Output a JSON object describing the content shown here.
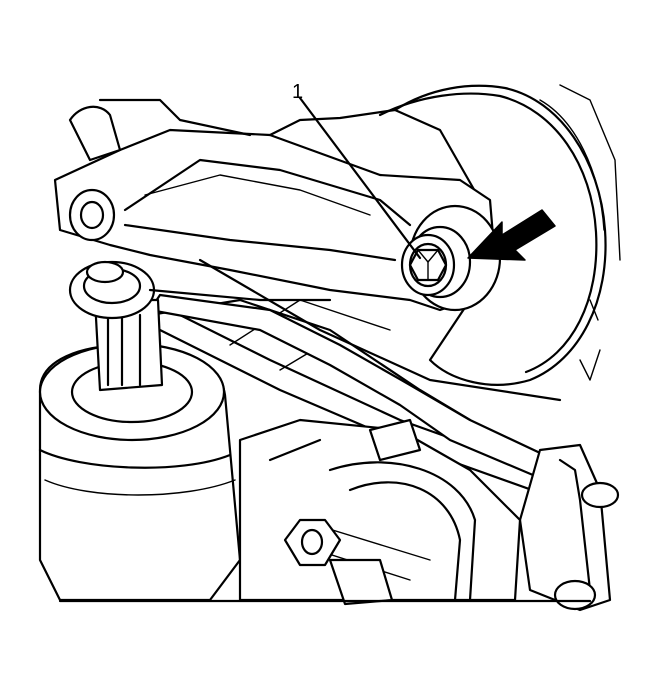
{
  "diagram": {
    "callouts": [
      {
        "label": "1",
        "target": "bolt"
      }
    ],
    "indicators": [
      {
        "icon": "arrow-icon",
        "points_to": "bushing"
      }
    ],
    "colors": {
      "line": "#000000",
      "background": "#ffffff"
    }
  }
}
